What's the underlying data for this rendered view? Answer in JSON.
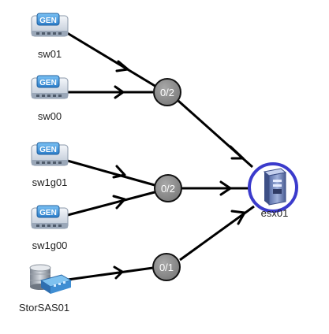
{
  "nodes": {
    "sw01": {
      "label": "sw01",
      "badge": "GEN",
      "kind": "switch-icon"
    },
    "sw00": {
      "label": "sw00",
      "badge": "GEN",
      "kind": "switch-icon"
    },
    "sw1g01": {
      "label": "sw1g01",
      "badge": "GEN",
      "kind": "switch-icon"
    },
    "sw1g00": {
      "label": "sw1g00",
      "badge": "GEN",
      "kind": "switch-icon"
    },
    "storsas01": {
      "label": "StorSAS01",
      "kind": "storage-icon"
    },
    "esx01": {
      "label": "esx01",
      "kind": "server-icon"
    }
  },
  "ports": {
    "p1": {
      "label": "0/2"
    },
    "p2": {
      "label": "0/2"
    },
    "p3": {
      "label": "0/1"
    }
  },
  "colors": {
    "edge": "#000000",
    "port_fill": "#8c8c8c",
    "host_ring": "#3b3bcc",
    "switch_body": "#dfe6ee",
    "gen_badge": "#3a8fd8"
  }
}
